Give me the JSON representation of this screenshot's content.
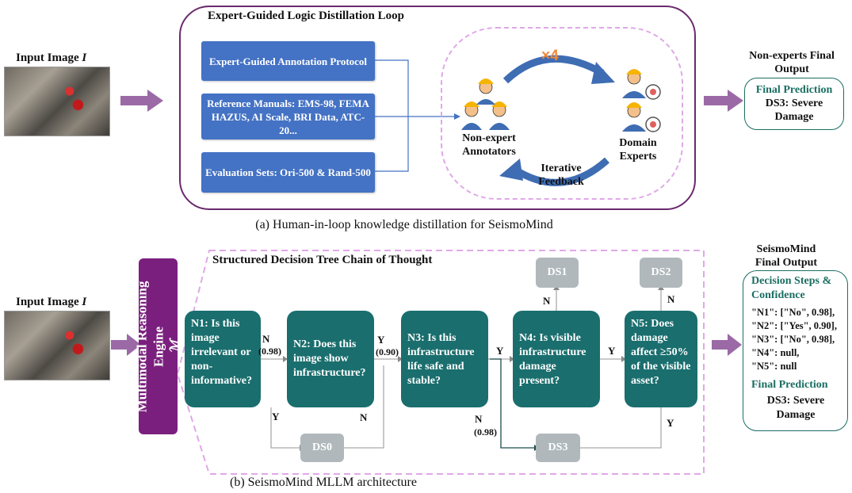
{
  "top": {
    "input_label": "Input Image",
    "input_var": "I",
    "loop_title": "Expert-Guided Logic Distillation Loop",
    "boxes": [
      "Expert-Guided Annotation Protocol",
      "Reference Manuals: EMS-98, FEMA HAZUS, AI Scale, BRI Data, ATC-20...",
      "Evaluation Sets: Ori-500 & Rand-500"
    ],
    "multiplier": "×4",
    "non_expert_label": "Non-expert Annotators",
    "expert_label": "Domain Experts",
    "feedback_label": "Iterative Feedback",
    "output_header": "Non-experts Final Output",
    "final_prediction_label": "Final Prediction",
    "final_prediction_value": "DS3: Severe Damage",
    "caption": "(a) Human-in-loop knowledge distillation for SeismoMind"
  },
  "bottom": {
    "input_label": "Input Image",
    "input_var": "I",
    "engine_label": "Multimodal Reasoning Engine",
    "engine_var": "ℳ",
    "tree_title": "Structured Decision Tree Chain of Thought",
    "nodes": [
      "N1: Is this image irrelevant or non-informative?",
      "N2: Does this image show infrastructure?",
      "N3: Is this infrastructure life safe and stable?",
      "N4: Is visible infrastructure damage present?",
      "N5: Does damage affect ≥50% of the visible asset?"
    ],
    "ds": [
      "DS0",
      "DS1",
      "DS2",
      "DS3",
      "DS3"
    ],
    "edge_labels": {
      "n1_n2": "N",
      "n1_n2_conf": "(0.98)",
      "n1_ds0": "Y",
      "n2_n3": "Y",
      "n2_n3_conf": "(0.90)",
      "n2_ds0": "N",
      "n3_n4": "Y",
      "n3_ds3": "N",
      "n3_ds3_conf": "(0.98)",
      "n4_ds1": "N",
      "n4_n5": "Y",
      "n5_ds2": "N",
      "n5_ds3": "Y"
    },
    "output_header": "SeismoMind Final Output",
    "steps_label": "Decision Steps & Confidence",
    "steps": [
      "\"N1\": [\"No\", 0.98],",
      "\"N2\": [\"Yes\", 0.90],",
      "\"N3\": [\"No\", 0.98],",
      "\"N4\": null,",
      "\"N5\": null"
    ],
    "final_prediction_label": "Final Prediction",
    "final_prediction_value": "DS3: Severe Damage",
    "caption": "(b) SeismoMind MLLM architecture"
  },
  "colors": {
    "purple_border": "#6b2a6e",
    "arrow_purple": "#9b6aa6",
    "blue_box": "#4472c4",
    "teal_node": "#1a6e6e",
    "engine_purple": "#7a1f7e",
    "ds_gray": "#b0b8bb",
    "dashed_pink": "#e0a8e8",
    "cycle_blue": "#3f6db3",
    "multiplier_orange": "#f08a3c"
  },
  "icons": [
    "worker-group-icon",
    "expert-badge-icon",
    "cycle-arrow-icon"
  ]
}
